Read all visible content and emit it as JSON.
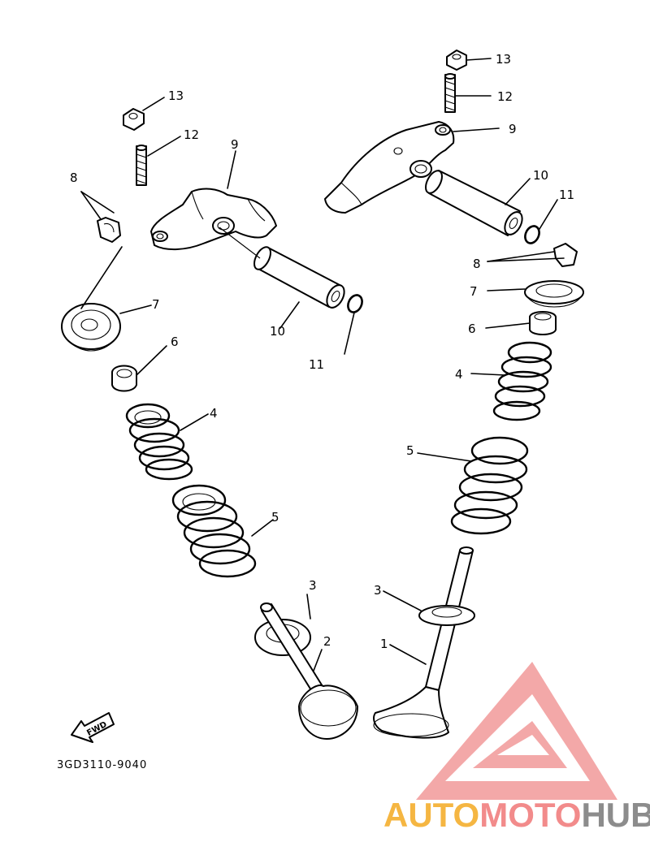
{
  "labels": {
    "l1": "1",
    "l2": "2",
    "l3a": "3",
    "l3b": "3",
    "l4a": "4",
    "l4b": "4",
    "l5a": "5",
    "l5b": "5",
    "l6a": "6",
    "l6b": "6",
    "l7a": "7",
    "l7b": "7",
    "l8a": "8",
    "l8b": "8",
    "l9a": "9",
    "l9b": "9",
    "l10a": "10",
    "l10b": "10",
    "l11a": "11",
    "l11b": "11",
    "l12a": "12",
    "l12b": "12",
    "l13a": "13",
    "l13b": "13"
  },
  "fwd_label": "FWD",
  "diagram_code": "3GD3110-9040",
  "watermark": {
    "part1": "AUTO",
    "part2": "MOTO",
    "part3": "HUB",
    "colors": {
      "auto": "#f5b642",
      "moto": "#f28b8b",
      "hub": "#8c8c8c",
      "logo": "#f29a9a"
    }
  }
}
